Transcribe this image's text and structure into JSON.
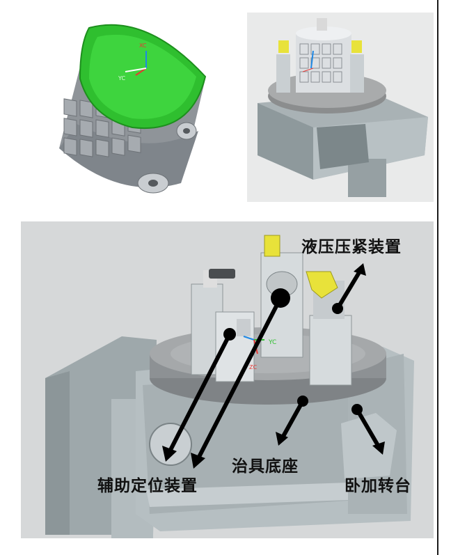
{
  "labels": {
    "hydraulic_clamp": "液压压紧装置",
    "aux_locator": "辅助定位装置",
    "fixture_base": "治具底座",
    "rotary_table": "卧加转台"
  },
  "axes": {
    "xc": "XC",
    "yc": "YC",
    "zc": "ZC"
  },
  "colors": {
    "workpiece_inner": "#2fbf2f",
    "metal": "#9aa0a6",
    "clamp_yellow": "#e8e23a"
  }
}
